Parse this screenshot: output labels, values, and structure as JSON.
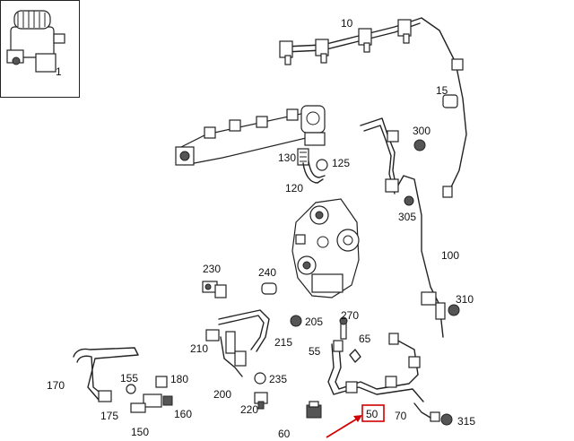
{
  "callouts": {
    "c1": "1",
    "c10": "10",
    "c15": "15",
    "c300": "300",
    "c130": "130",
    "c125": "125",
    "c120": "120",
    "c305": "305",
    "c100": "100",
    "c230": "230",
    "c240": "240",
    "c310": "310",
    "c270": "270",
    "c205": "205",
    "c65": "65",
    "c210": "210",
    "c215": "215",
    "c55": "55",
    "c170": "170",
    "c155": "155",
    "c180": "180",
    "c235": "235",
    "c200": "200",
    "c220": "220",
    "c175": "175",
    "c160": "160",
    "c150": "150",
    "c50": "50",
    "c70": "70",
    "c315": "315",
    "c60": "60"
  },
  "colors": {
    "line": "#222222",
    "highlight": "#d00000"
  },
  "highlighted_part": "50"
}
